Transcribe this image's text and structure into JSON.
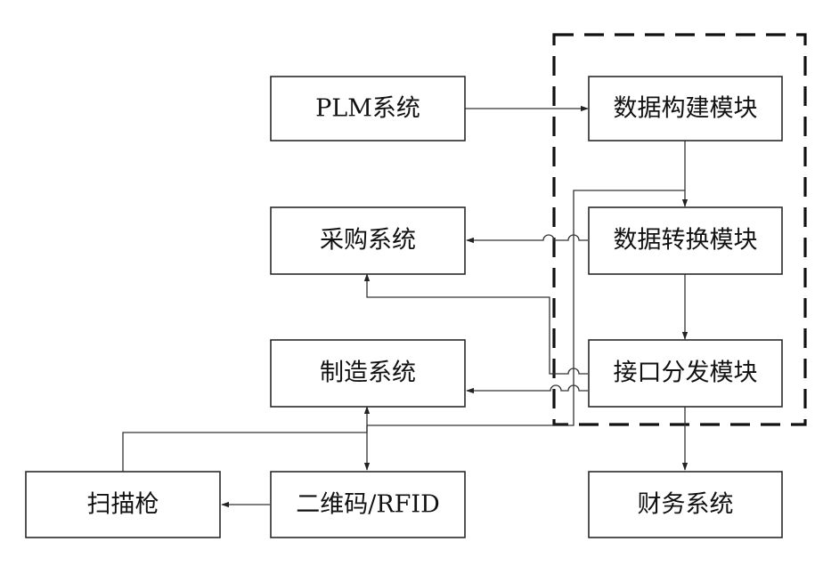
{
  "boxes": {
    "plm": "PLM系统",
    "build": "数据构建模块",
    "purchase": "采购系统",
    "convert": "数据转换模块",
    "manufacture": "制造系统",
    "dispatch": "接口分发模块",
    "scanner": "扫描枪",
    "code": "二维码/RFID",
    "finance": "财务系统"
  }
}
